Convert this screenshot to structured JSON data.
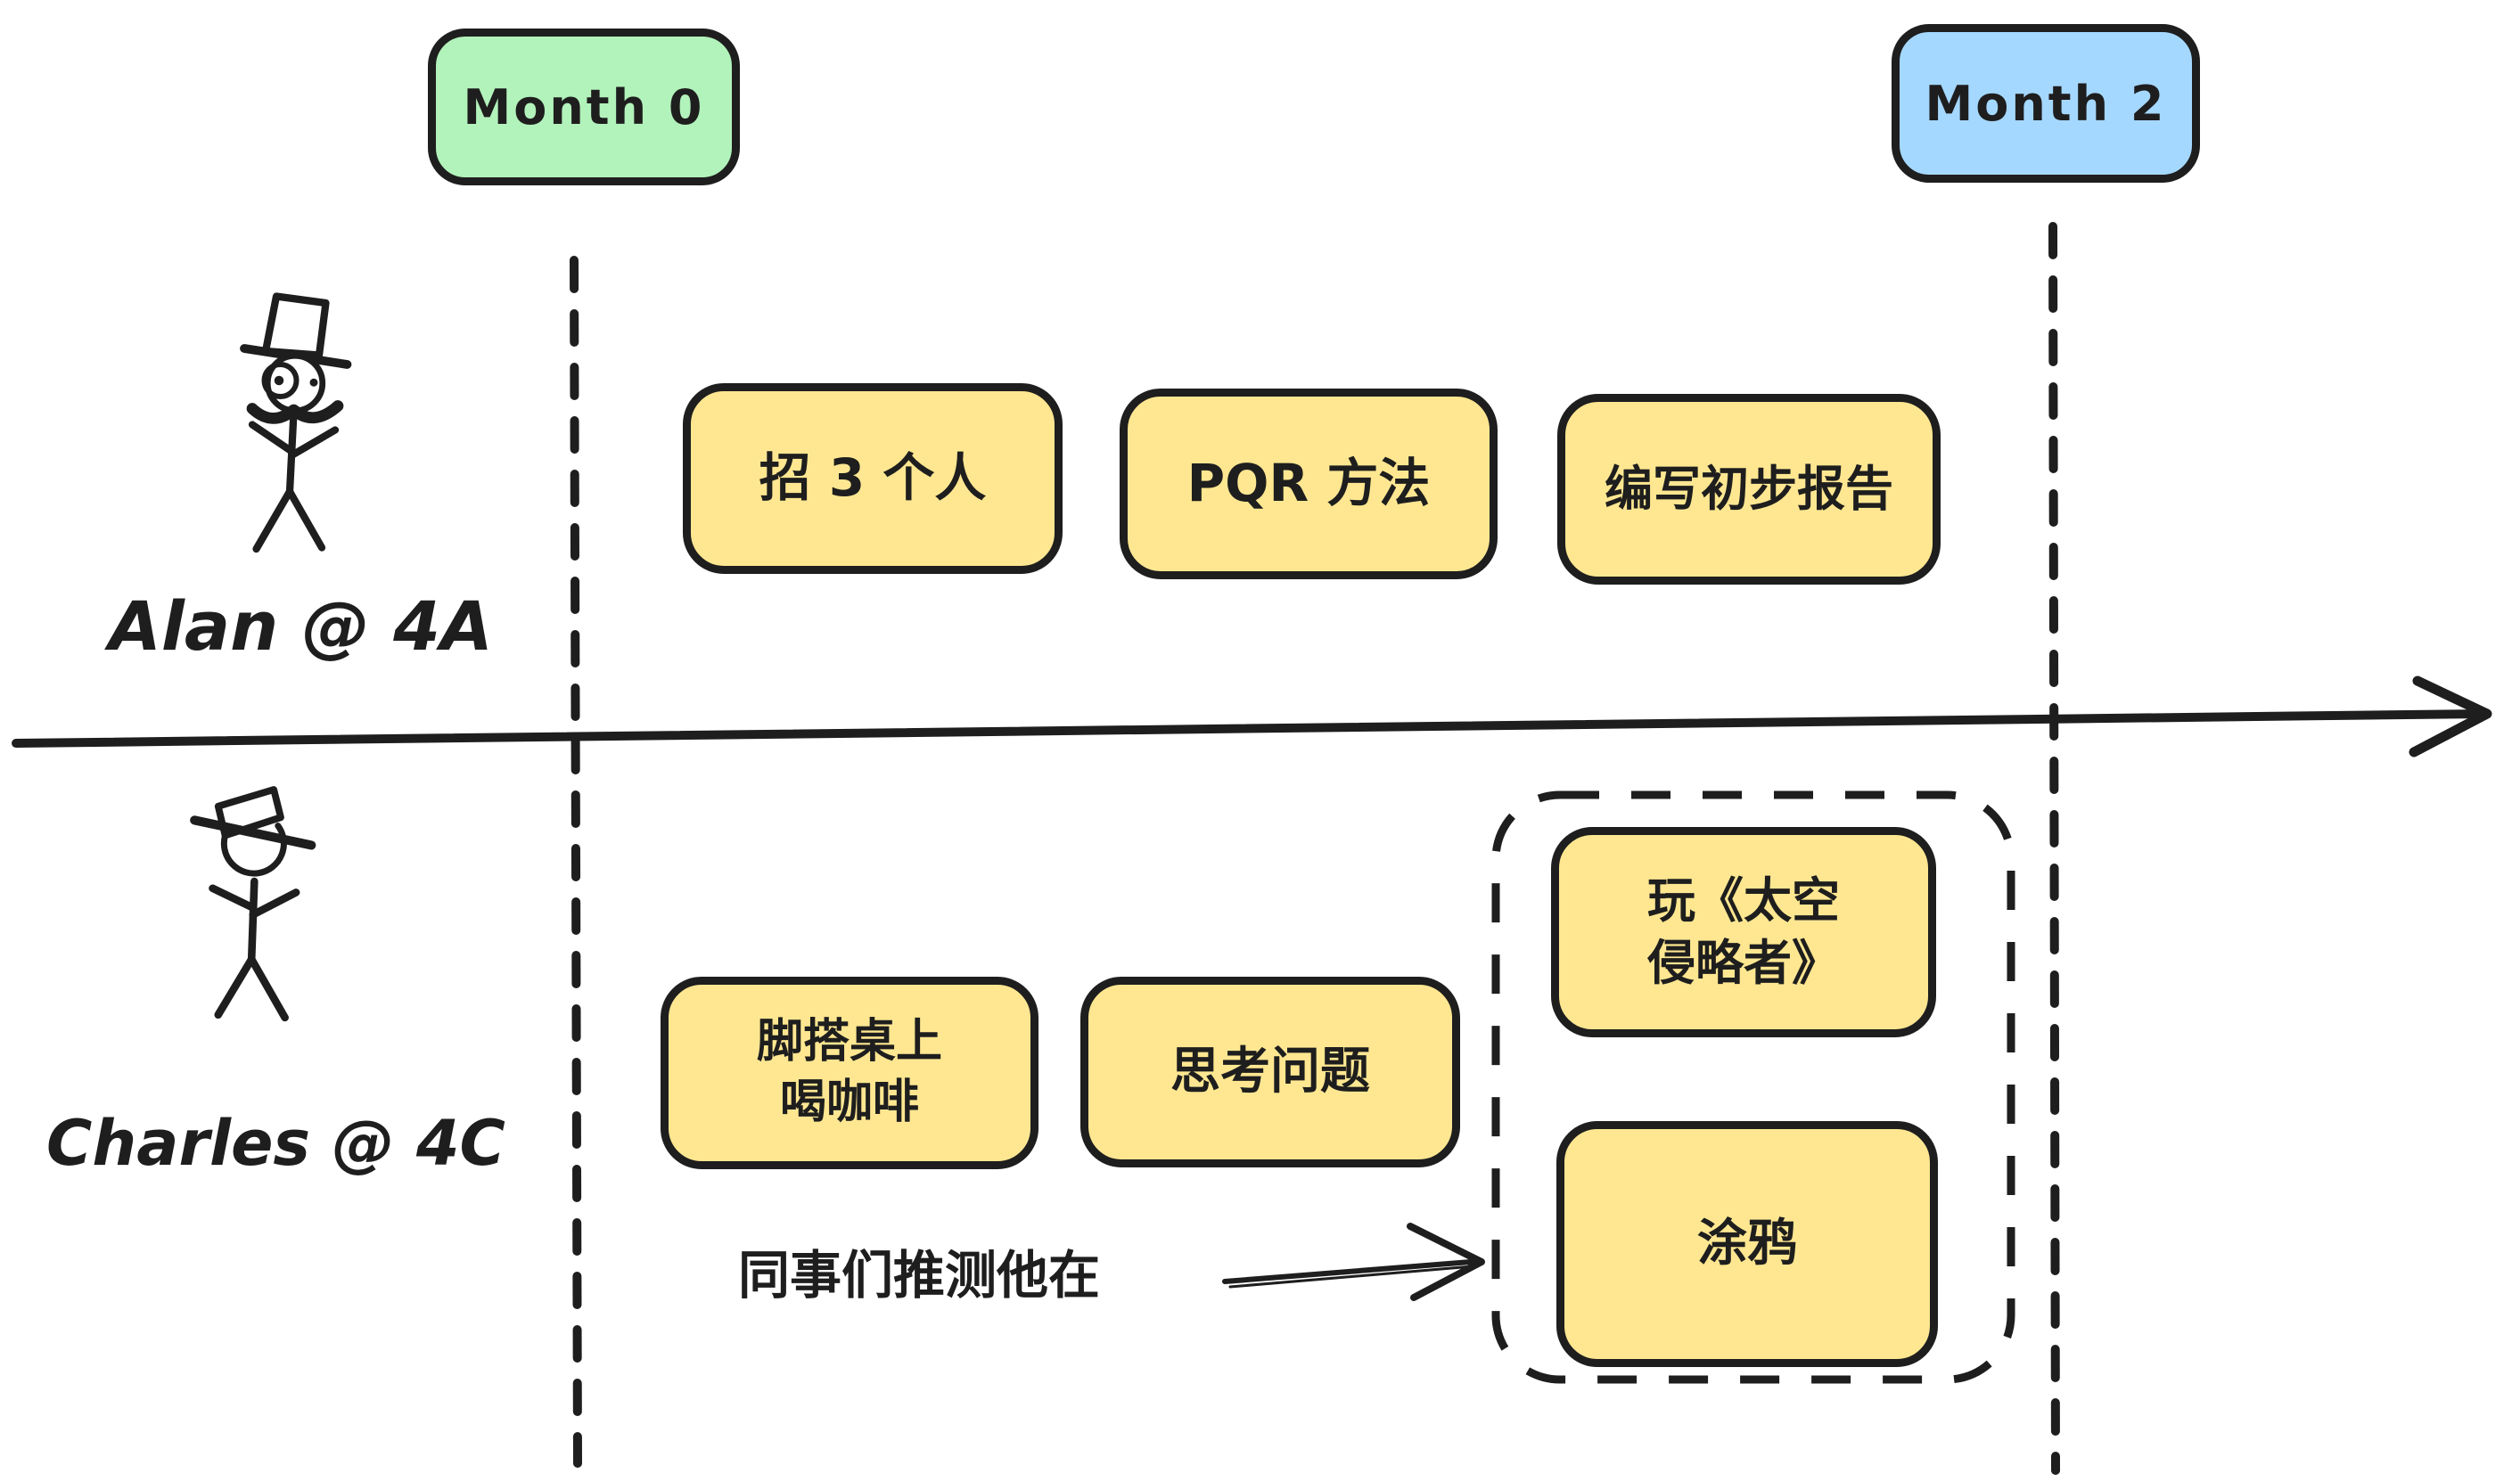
{
  "canvas": {
    "background": "#ffffff",
    "stroke": "#1e1e1e",
    "style": "hand-drawn-whiteboard-diagram"
  },
  "milestones": {
    "month0": {
      "label": "Month 0",
      "fill": "#b2f2bb"
    },
    "month2": {
      "label": "Month 2",
      "fill": "#a5d8ff"
    }
  },
  "axis": {
    "type": "timeline-arrow",
    "direction": "right"
  },
  "task_style": {
    "fill": "#ffe791"
  },
  "lanes": {
    "alan": {
      "label": "Alan @ 4A",
      "figure": "stick-figure-top-hat-monocle-mustache",
      "tasks": [
        "招 3 个人",
        "PQR 方法",
        "编写初步报告"
      ]
    },
    "charles": {
      "label": "Charles @ 4C",
      "figure": "stick-figure-boater-hat",
      "tasks": [
        {
          "line1": "脚搭桌上",
          "line2": "喝咖啡"
        },
        {
          "line1": "思考问题"
        }
      ],
      "speculation": {
        "annotation": "同事们推测他在",
        "tasks": [
          {
            "line1": "玩《太空",
            "line2": "侵略者》"
          },
          {
            "line1": "涂鸦"
          }
        ]
      }
    }
  }
}
